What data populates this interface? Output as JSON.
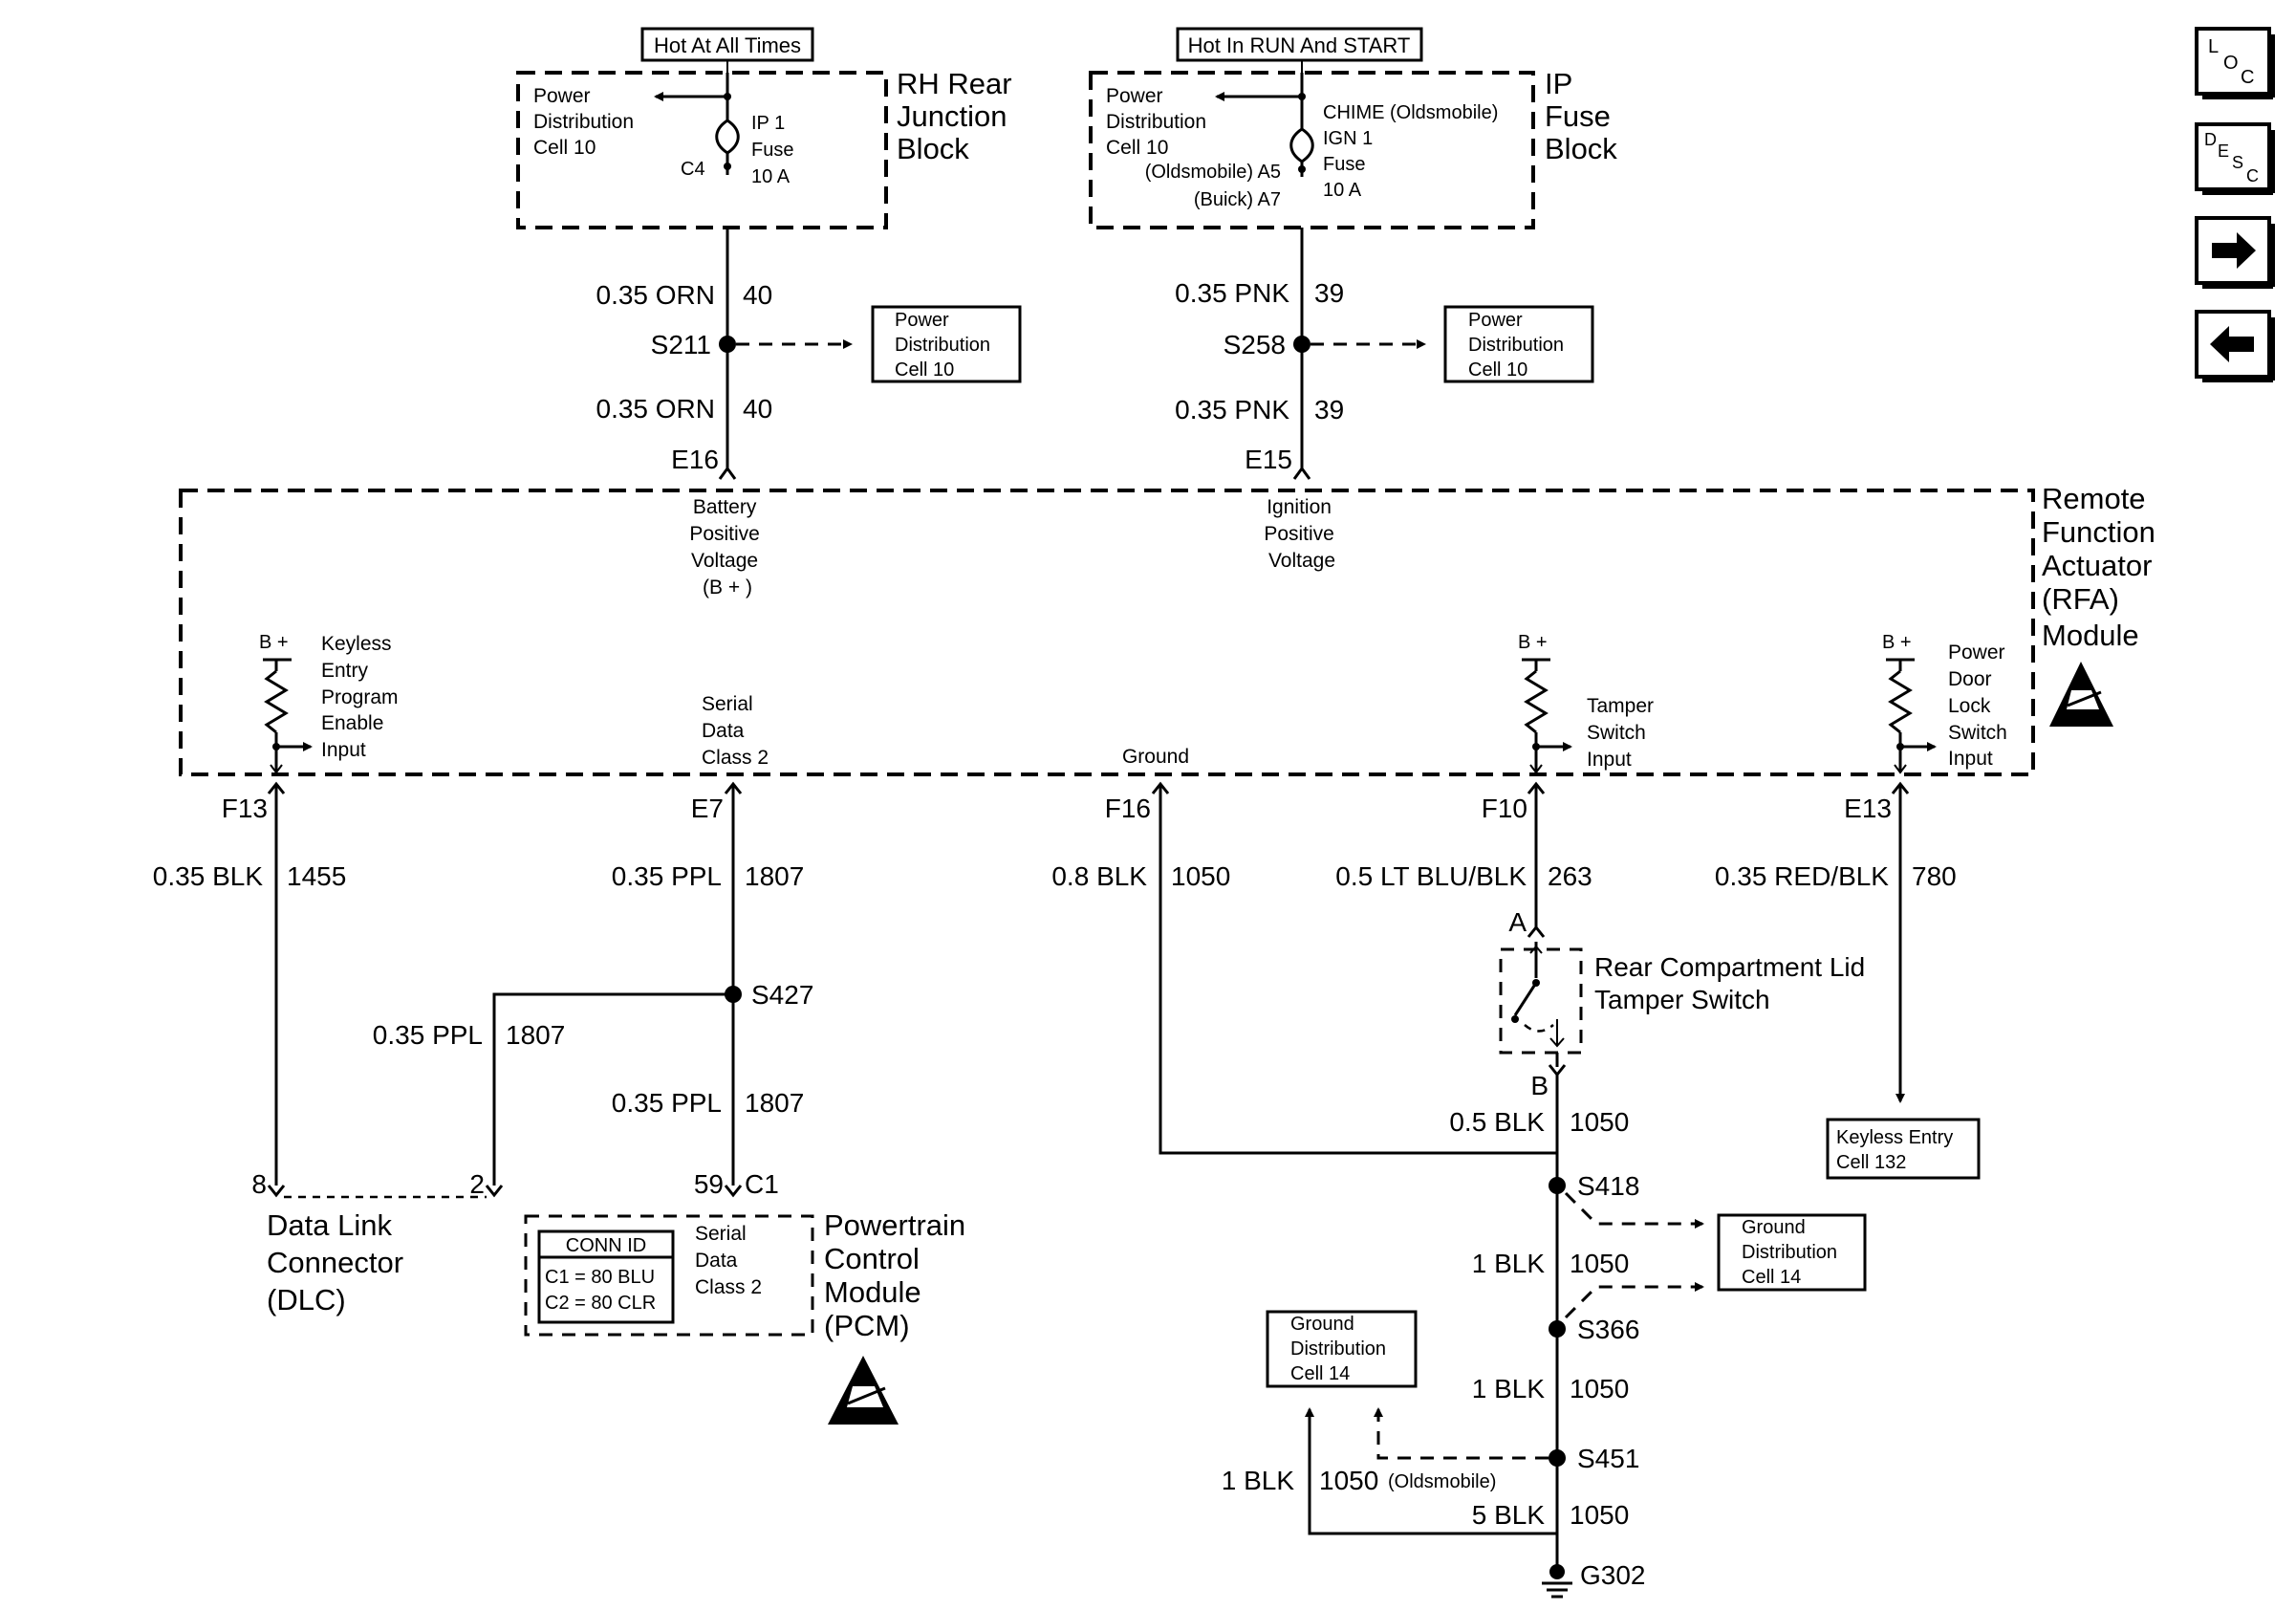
{
  "labels": {
    "hot_all": "Hot At All Times",
    "hot_run": "Hot In RUN And START",
    "rh_junction": [
      "RH Rear",
      "Junction",
      "Block"
    ],
    "ip_fuse_block": [
      "IP",
      "Fuse",
      "Block"
    ],
    "pd10_a": [
      "Power",
      "Distribution",
      "Cell 10"
    ],
    "pd10_b": [
      "Power",
      "Distribution",
      "Cell 10"
    ],
    "ip1_fuse": [
      "IP 1",
      "Fuse",
      "10 A"
    ],
    "c4": "C4",
    "chime": "CHIME (Oldsmobile)",
    "ign1_fuse": [
      "IGN 1",
      "Fuse",
      "10 A"
    ],
    "olds_a5": "(Oldsmobile) A5",
    "buick_a7": "(Buick) A7",
    "pd10_box1": [
      "Power",
      "Distribution",
      "Cell 10"
    ],
    "pd10_box2": [
      "Power",
      "Distribution",
      "Cell 10"
    ],
    "w_orn_top": "0.35 ORN",
    "w_orn_top_n": "40",
    "w_orn_bot": "0.35 ORN",
    "w_orn_bot_n": "40",
    "w_pnk_top": "0.35 PNK",
    "w_pnk_top_n": "39",
    "w_pnk_bot": "0.35 PNK",
    "w_pnk_bot_n": "39",
    "s211": "S211",
    "s258": "S258",
    "e16": "E16",
    "e15": "E15",
    "batt_pos": [
      "Battery",
      "Positive",
      "Voltage",
      "(B + )"
    ],
    "ign_pos": [
      "Ignition",
      "Positive",
      "Voltage"
    ],
    "rfa_module": [
      "Remote",
      "Function",
      "Actuator",
      "(RFA)",
      "Module"
    ],
    "bplus": "B +",
    "keyless_prog": [
      "Keyless",
      "Entry",
      "Program",
      "Enable",
      "Input"
    ],
    "serial_data": [
      "Serial",
      "Data",
      "Class 2"
    ],
    "ground": "Ground",
    "tamper_input": [
      "Tamper",
      "Switch",
      "Input"
    ],
    "pdl_input": [
      "Power",
      "Door",
      "Lock",
      "Switch",
      "Input"
    ],
    "f13": "F13",
    "e7": "E7",
    "f16": "F16",
    "f10": "F10",
    "e13": "E13",
    "w_blk_1455": "0.35 BLK",
    "n_1455": "1455",
    "w_ppl_a": "0.35 PPL",
    "n_ppl_a": "1807",
    "w_ppl_b": "0.35 PPL",
    "n_ppl_b": "1807",
    "w_ppl_c": "0.35 PPL",
    "n_ppl_c": "1807",
    "w_blk_08": "0.8 BLK",
    "n_08": "1050",
    "w_ltblu": "0.5 LT BLU/BLK",
    "n_263": "263",
    "w_redblk": "0.35 RED/BLK",
    "n_780": "780",
    "s427": "S427",
    "pin_a": "A",
    "pin_b": "B",
    "rear_lid": [
      "Rear Compartment Lid",
      "Tamper Switch"
    ],
    "keyless_cell": [
      "Keyless Entry",
      "Cell 132"
    ],
    "pin_8": "8",
    "pin_2": "2",
    "pin_59": "59",
    "pin_c1": "C1",
    "dlc": [
      "Data Link",
      "Connector",
      "(DLC)"
    ],
    "conn_id": "CONN ID",
    "c1_blu": "C1 = 80 BLU",
    "c2_clr": "C2 = 80 CLR",
    "pcm_serial": [
      "Serial",
      "Data",
      "Class 2"
    ],
    "pcm": [
      "Powertrain",
      "Control",
      "Module",
      "(PCM)"
    ],
    "w_05blk": "0.5 BLK",
    "n_05blk": "1050",
    "s418": "S418",
    "w_1blk_a": "1 BLK",
    "n_1blk_a": "1050",
    "s366": "S366",
    "w_1blk_b": "1 BLK",
    "n_1blk_b": "1050",
    "s451": "S451",
    "w_1blk_c": "1 BLK",
    "n_1blk_c": "1050",
    "olds": "(Oldsmobile)",
    "w_5blk": "5 BLK",
    "n_5blk": "1050",
    "g302": "G302",
    "gd14_a": [
      "Ground",
      "Distribution",
      "Cell 14"
    ],
    "gd14_b": [
      "Ground",
      "Distribution",
      "Cell 14"
    ]
  },
  "nav": {
    "loc": [
      "L",
      "O",
      "C"
    ],
    "desc": [
      "D",
      "E",
      "S",
      "C"
    ],
    "next": "next-arrow-icon",
    "prev": "prev-arrow-icon"
  }
}
